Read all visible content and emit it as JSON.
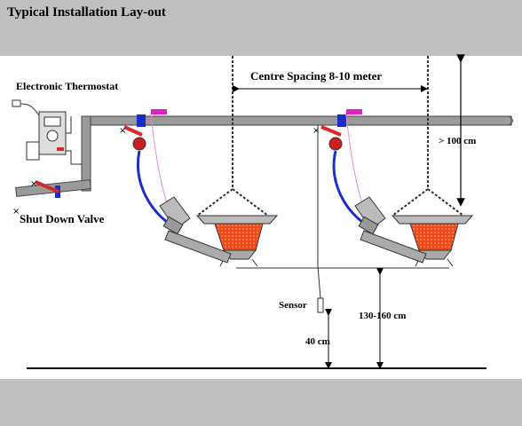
{
  "title": "Typical Installation Lay-out",
  "labels": {
    "thermostat": "Electronic Thermostat",
    "spacing": "Centre Spacing 8-10 meter",
    "height_above": "> 100 cm",
    "valve": "Shut Down Valve",
    "sensor": "Sensor",
    "sensor_height": "40 cm",
    "heater_height": "130-160 cm"
  },
  "colors": {
    "pipe": "#9a9a9a",
    "pipe_edge": "#444444",
    "valve_handle": "#d42a2a",
    "regulator": "#cc1e1e",
    "hose": "#1a2ec8",
    "sensor_wire": "#e88ad6",
    "connector": "#e020c0",
    "reflector_fill": "#f04a1a",
    "background": "#c0c0c0"
  }
}
